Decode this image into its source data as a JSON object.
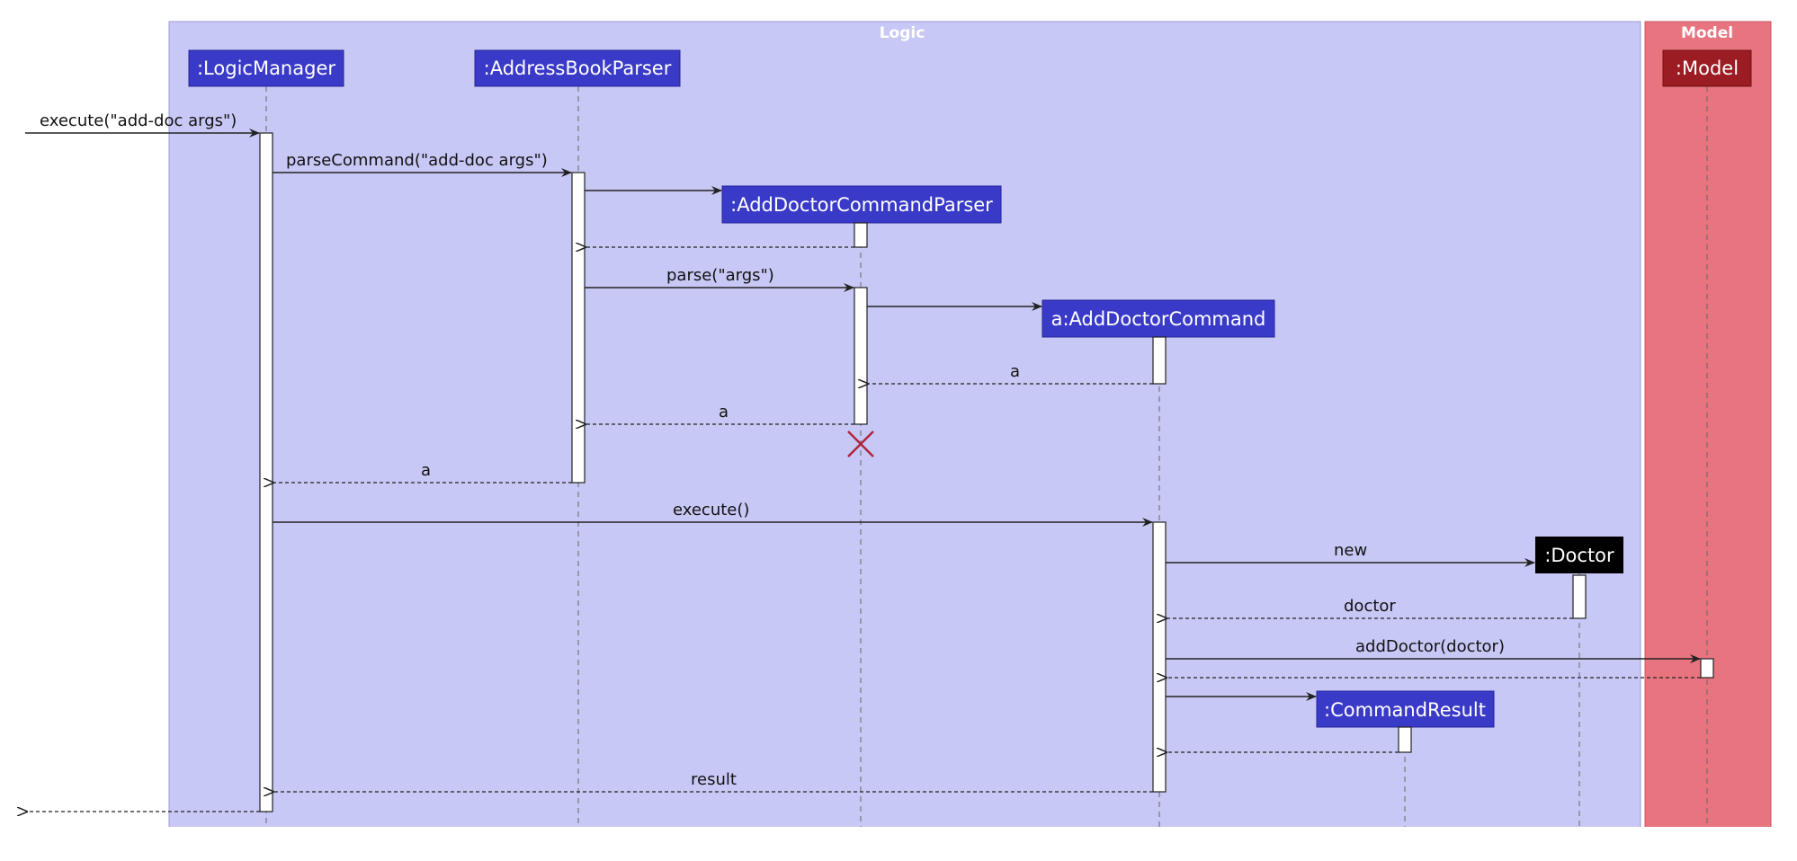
{
  "frames": {
    "logic": {
      "label": "Logic",
      "fill": "#c8c8f6",
      "header_color": "#ffffff"
    },
    "model": {
      "label": "Model",
      "fill": "#e8747f",
      "header_color": "#ffffff"
    }
  },
  "participants": {
    "logic_manager": ":LogicManager",
    "address_book_parser": ":AddressBookParser",
    "add_doctor_command_parser": ":AddDoctorCommandParser",
    "add_doctor_command": "a:AddDoctorCommand",
    "doctor": ":Doctor",
    "command_result": ":CommandResult",
    "model": ":Model"
  },
  "messages": {
    "execute_input": "execute(\"add-doc args\")",
    "parse_command": "parseCommand(\"add-doc args\")",
    "parse_args": "parse(\"args\")",
    "return_a_1": "a",
    "return_a_2": "a",
    "return_a_3": "a",
    "execute_call": "execute()",
    "new_doctor": "new",
    "return_doctor": "doctor",
    "add_doctor": "addDoctor(doctor)",
    "return_result": "result"
  },
  "colors": {
    "participant_blue": "#3a3ac8",
    "participant_black": "#000000",
    "participant_model": "#9b1c22",
    "destroy_mark": "#b0243c"
  }
}
